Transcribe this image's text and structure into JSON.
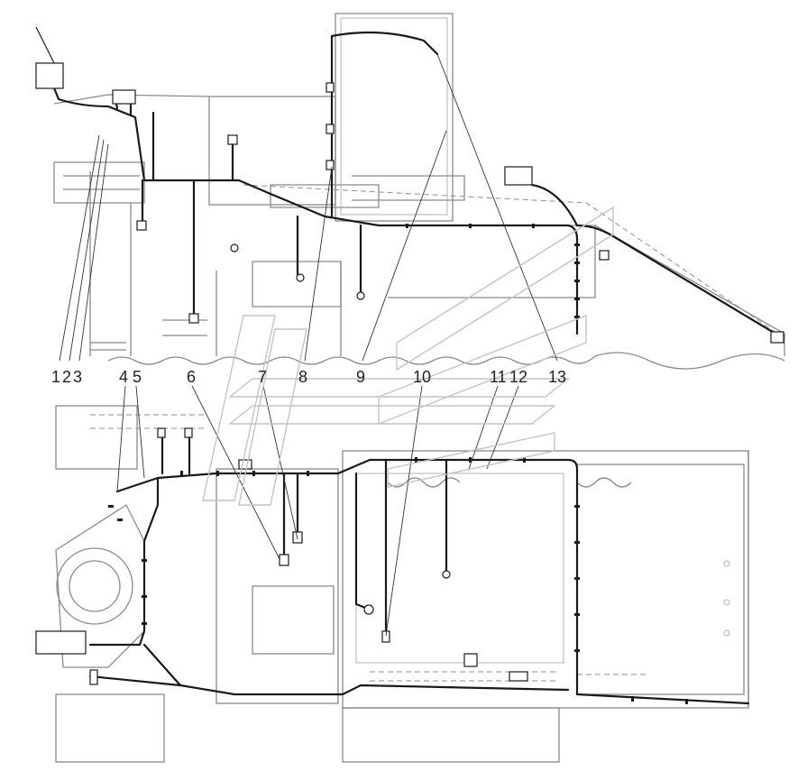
{
  "diagram": {
    "callouts": [
      {
        "id": "c1",
        "label": "1"
      },
      {
        "id": "c2",
        "label": "2"
      },
      {
        "id": "c3",
        "label": "3"
      },
      {
        "id": "c4",
        "label": "4"
      },
      {
        "id": "c5",
        "label": "5"
      },
      {
        "id": "c6",
        "label": "6"
      },
      {
        "id": "c7",
        "label": "7"
      },
      {
        "id": "c8",
        "label": "8"
      },
      {
        "id": "c9",
        "label": "9"
      },
      {
        "id": "c10",
        "label": "10"
      },
      {
        "id": "c11",
        "label": "11"
      },
      {
        "id": "c12",
        "label": "12"
      },
      {
        "id": "c13",
        "label": "13"
      }
    ],
    "colors": {
      "harness": "#1a1a1a",
      "frame": "#8a8a8a",
      "watermark": "#c4c4c4",
      "background": "#ffffff"
    }
  }
}
